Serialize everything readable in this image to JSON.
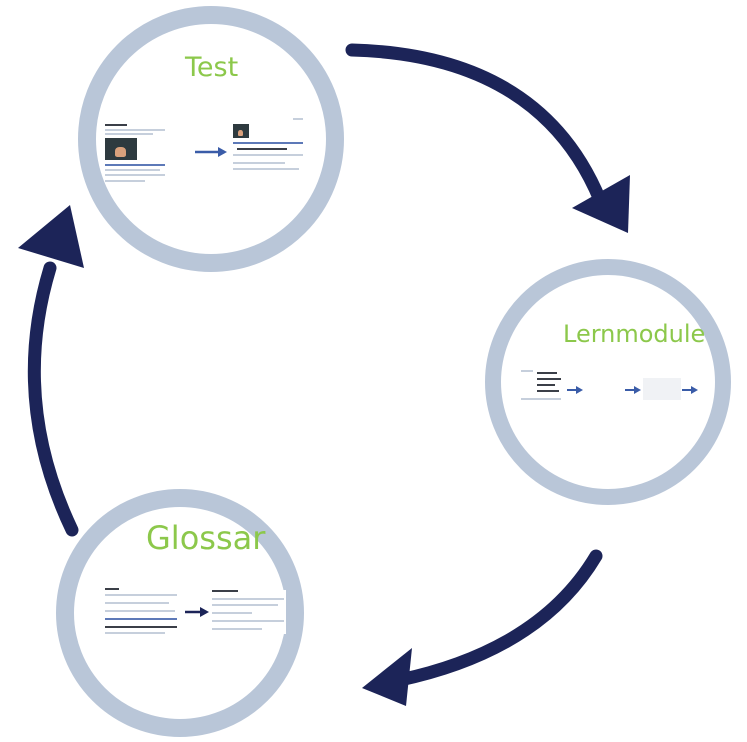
{
  "nodes": {
    "test": {
      "title": "Test"
    },
    "lernmodule": {
      "title": "Lernmodule"
    },
    "glossar": {
      "title": "Glossar"
    }
  },
  "colors": {
    "ring": "#b9c6d8",
    "arrow": "#1c2458",
    "title": "#8cc84b",
    "inner_arrow": "#3a5ca8"
  },
  "icons": [
    "cycle-arrow-icon",
    "screenshot-thumbnail",
    "mini-arrow-icon"
  ]
}
